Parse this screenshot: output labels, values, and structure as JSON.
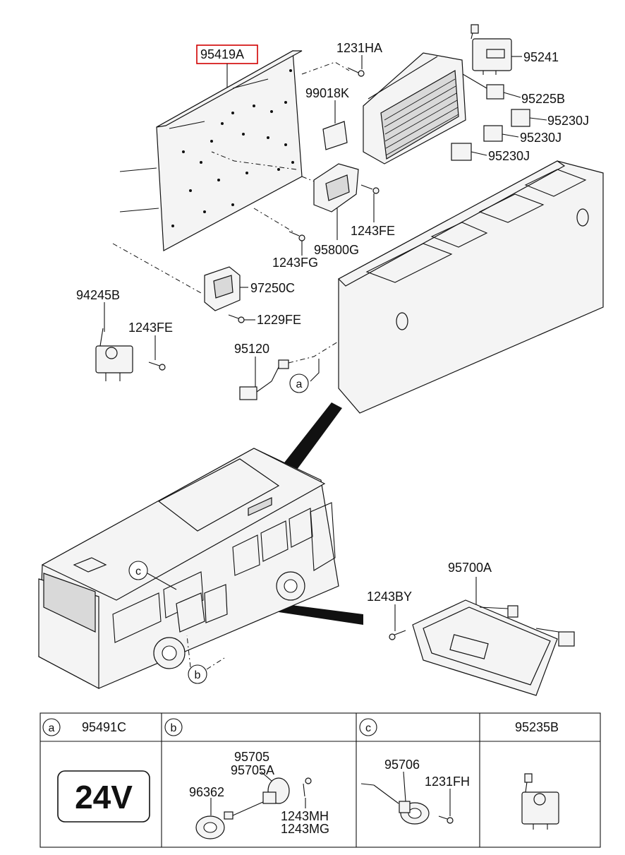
{
  "labels": {
    "p95419A": "95419A",
    "p1231HA": "1231HA",
    "p95241": "95241",
    "p99018K": "99018K",
    "p95225B": "95225B",
    "p95230J_1": "95230J",
    "p95230J_2": "95230J",
    "p95230J_3": "95230J",
    "p1243FE_top": "1243FE",
    "p95800G": "95800G",
    "p1243FG": "1243FG",
    "p97250C": "97250C",
    "p1229FE": "1229FE",
    "p94245B": "94245B",
    "p1243FE_left": "1243FE",
    "p95120": "95120",
    "p95700A": "95700A",
    "p1243BY": "1243BY"
  },
  "callouts": {
    "a": "a",
    "b": "b",
    "c": "c"
  },
  "table": {
    "a_letter": "a",
    "a_part": "95491C",
    "b_letter": "b",
    "c_letter": "c",
    "d_part": "95235B",
    "decal_text": "24V",
    "b_95705": "95705",
    "b_95705A": "95705A",
    "b_96362": "96362",
    "b_1243MH": "1243MH",
    "b_1243MG": "1243MG",
    "c_95706": "95706",
    "c_1231FH": "1231FH"
  },
  "colors": {
    "highlight": "#d00000",
    "ink": "#111111"
  }
}
